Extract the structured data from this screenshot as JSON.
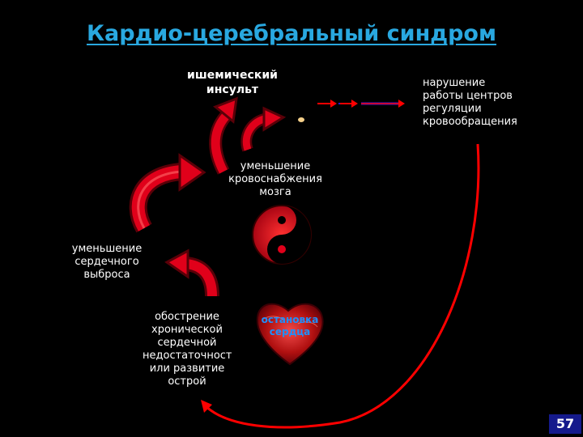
{
  "title": "Кардио-церебральный синдром",
  "nodes": {
    "stroke": [
      "ишемический",
      "инсульт"
    ],
    "disorder": [
      "нарушение",
      "работы центров",
      "регуляции",
      "кровообращения"
    ],
    "reduction": [
      "уменьшение",
      "кровоснабжения",
      "мозга"
    ],
    "output": [
      "уменьшение",
      "сердечного",
      "выброса"
    ],
    "aggravation": [
      "обострение",
      "хронической",
      "сердечной",
      "недостаточности",
      "или развитие",
      "острой"
    ],
    "arrest": [
      "остановка",
      "сердца"
    ]
  },
  "page_number": "57",
  "colors": {
    "title": "#29a8e0",
    "arrow": "#e0001a",
    "arrow_dark": "#5a0008",
    "connector_red": "#ff0000",
    "connector_blue": "#2b1ae0"
  },
  "icons": {
    "yin_yang": "yin-yang-icon",
    "heart": "heart-icon"
  }
}
